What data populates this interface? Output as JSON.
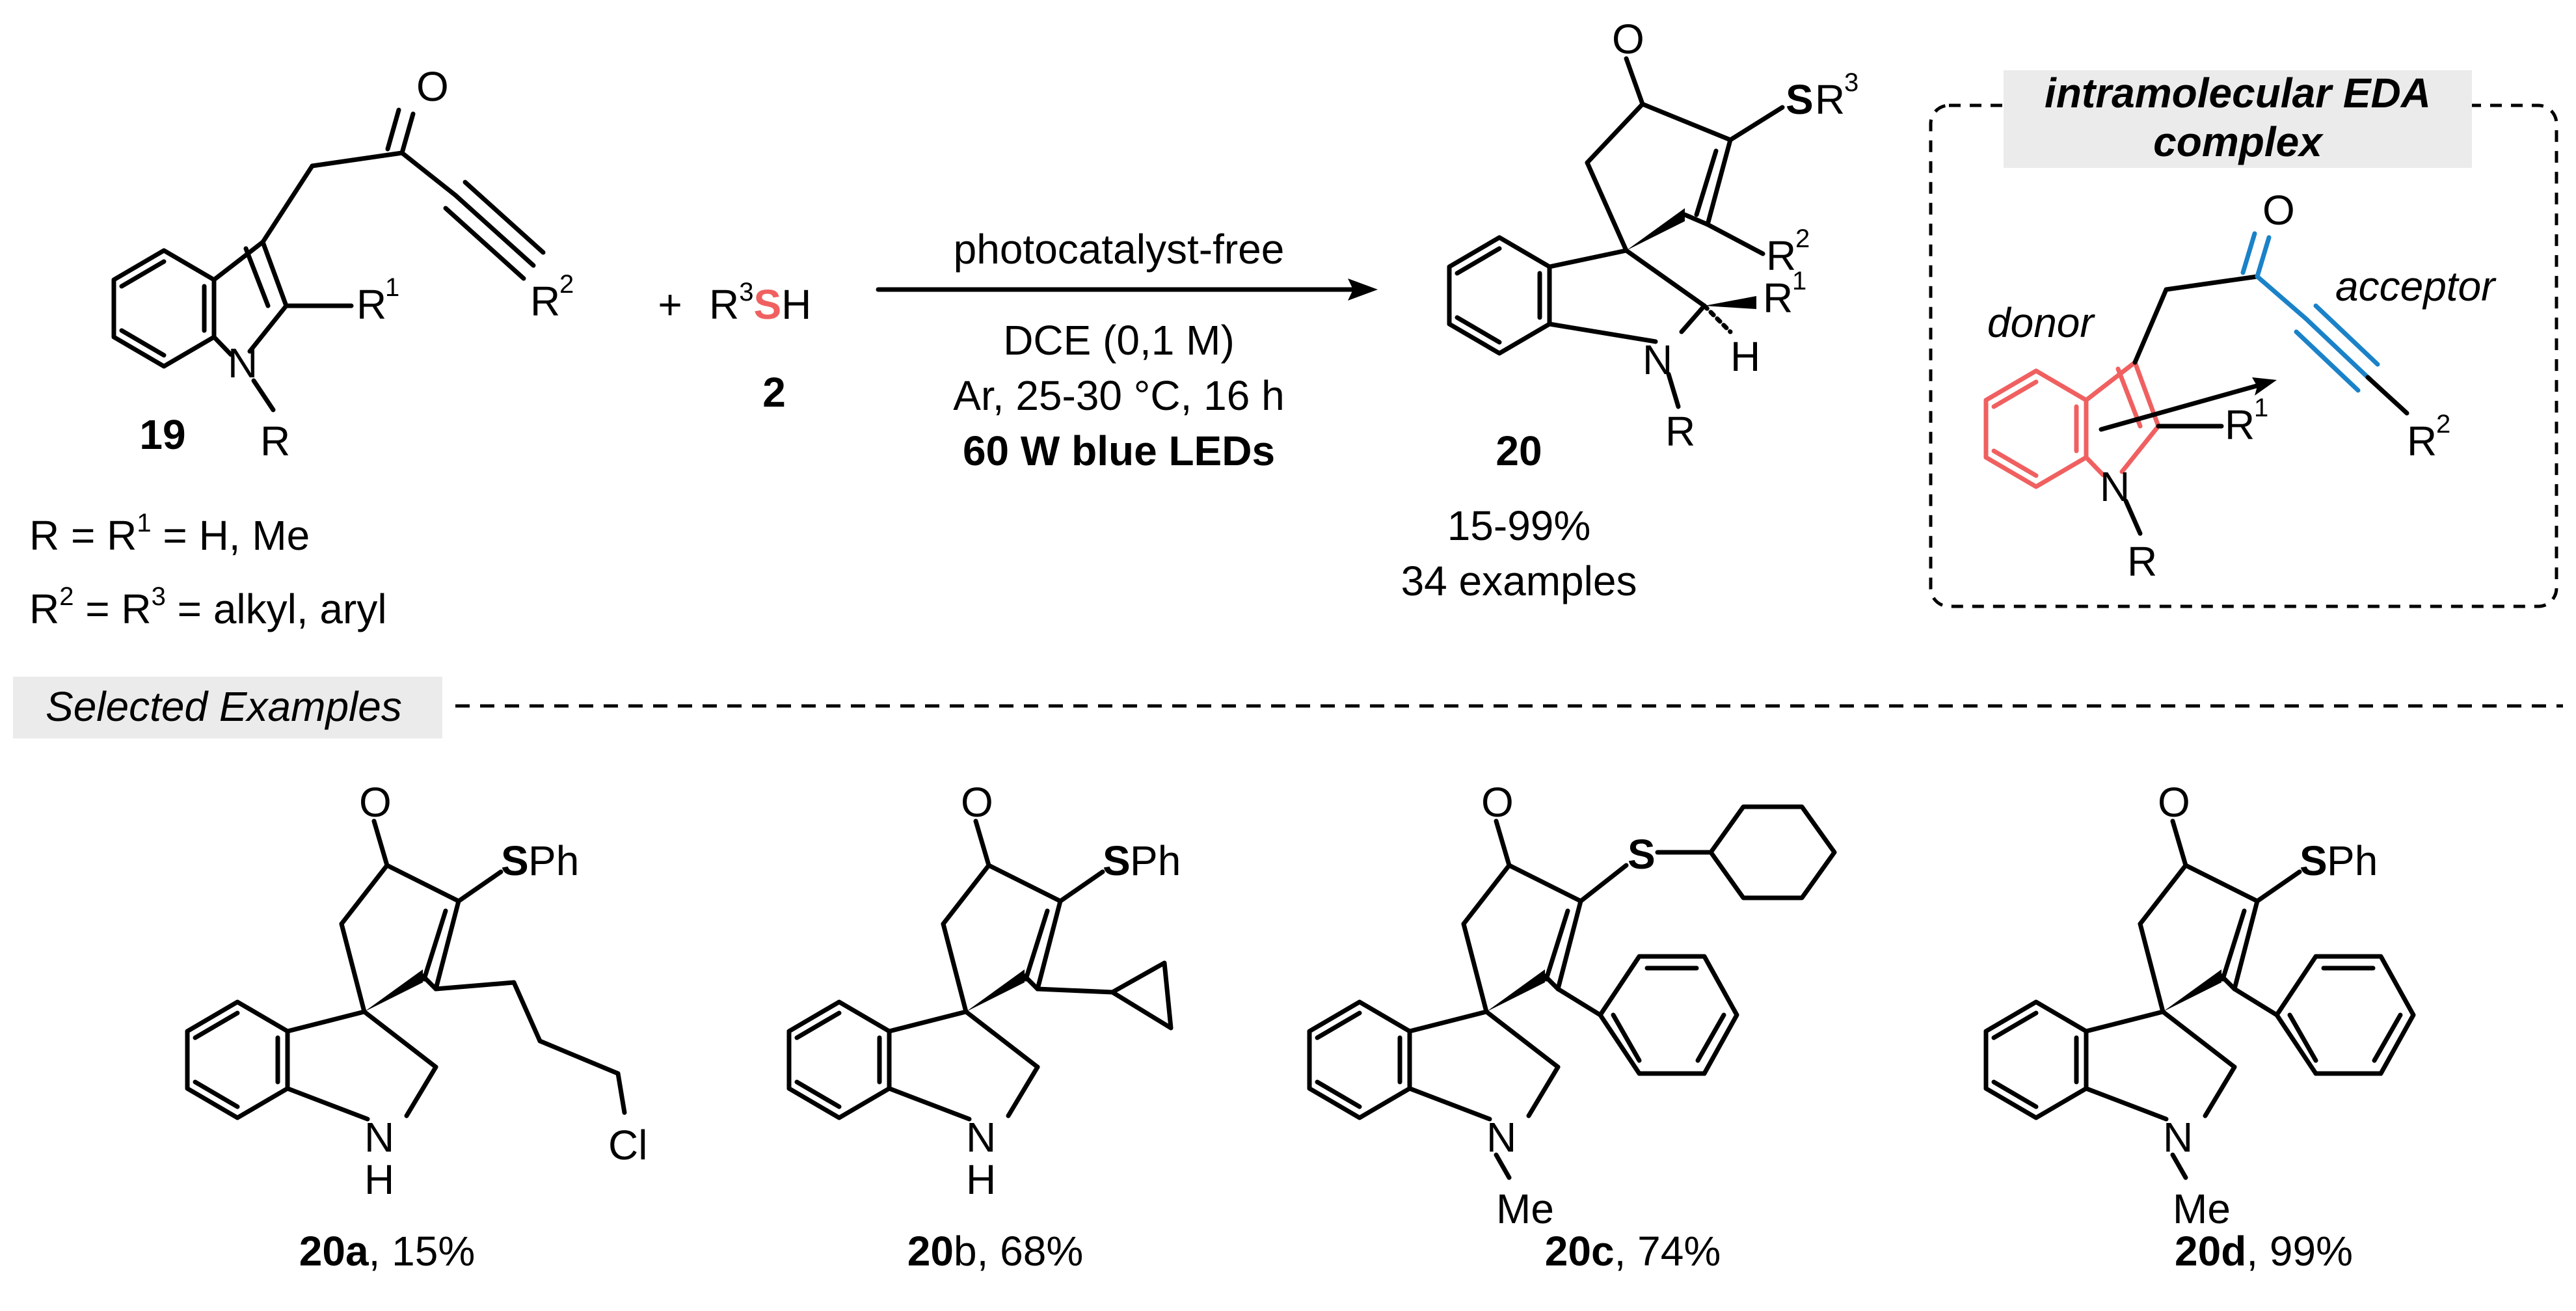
{
  "colors": {
    "sulfur": "#f06060",
    "donor": "#f06060",
    "acceptor": "#1a82c8",
    "led": "#1a82c8",
    "label_bg": "#ebebeb",
    "ink": "#000000"
  },
  "reaction": {
    "plus": "+",
    "reagent2_R": "R",
    "reagent2_sup": "3",
    "reagent2_S": "S",
    "reagent2_H": "H",
    "reagent2_number": "2",
    "sm_number": "19",
    "product_number": "20",
    "conditions": [
      "photocatalyst-free",
      "DCE (0,1 M)",
      "Ar, 25-30 °C, 16 h"
    ],
    "light": "60 W blue LEDs",
    "yield_range": "15-99%",
    "examples_count": "34 examples",
    "defs": [
      {
        "lhs_a": "R = R",
        "sup1": "1",
        "rhs": " = H, Me"
      },
      {
        "lhs_a": "R",
        "sup1": "2",
        "mid": " = R",
        "sup2": "3",
        "rhs": " = alkyl, aryl"
      }
    ]
  },
  "eda_box": {
    "title_line1": "intramolecular EDA",
    "title_line2": "complex",
    "donor": "donor",
    "acceptor": "acceptor"
  },
  "atoms": {
    "O": "O",
    "N": "N",
    "S": "S",
    "R": "R",
    "H": "H",
    "R1": "R",
    "R1_sup": "1",
    "R2": "R",
    "R2_sup": "2",
    "R3": "R",
    "R3_sup": "3",
    "NH_N": "N",
    "NH_H": "H",
    "Me": "Me",
    "Ph": "Ph",
    "Cl": "Cl"
  },
  "selected_label": "Selected Examples",
  "examples": [
    {
      "id": "20a",
      "yield": ", 15%",
      "bold_id": true
    },
    {
      "id": "20",
      "id_rest": "b",
      "yield": ", 68%"
    },
    {
      "id": "20c",
      "yield": ", 74%",
      "bold_id": true
    },
    {
      "id": "20d",
      "yield": ", 99%",
      "bold_id": true
    }
  ]
}
